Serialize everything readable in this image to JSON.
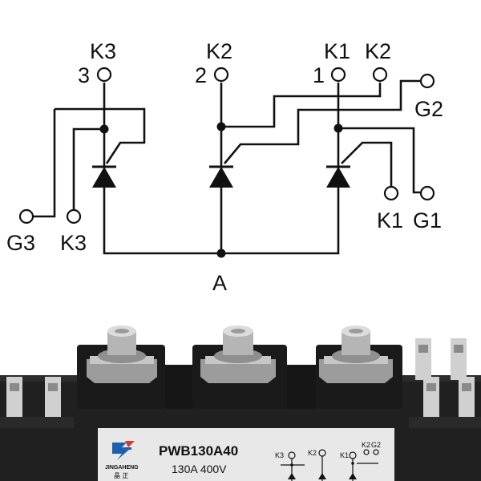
{
  "schematic": {
    "top_labels": [
      "K3",
      "K2",
      "K1",
      "K2"
    ],
    "pin_numbers": [
      "3",
      "2",
      "1"
    ],
    "right_labels": [
      "G2",
      "K1",
      "G1"
    ],
    "bottom_labels": [
      "G3",
      "K3"
    ],
    "common_label": "A"
  },
  "module": {
    "brand_text": "JINGAHENG",
    "brand_cn": "晶 正",
    "model": "PWB130A40",
    "rating": "130A  400V",
    "mini_schematic_labels": [
      "K3",
      "K2",
      "K1",
      "K2",
      "G2"
    ],
    "colors": {
      "body": "#1e1e1e",
      "label": "#e8e8e8",
      "metal": "#b8b8b8",
      "brand_blue": "#1d5fb0"
    }
  }
}
